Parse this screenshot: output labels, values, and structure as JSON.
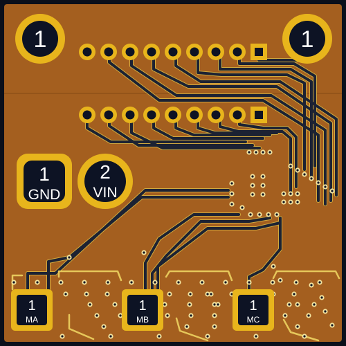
{
  "board": {
    "colors": {
      "background": "#0b0f1a",
      "substrate": "#a45f1f",
      "copper_trace": "#1c2233",
      "trace_outline": "#c9a23a",
      "pad_gold": "#e8b51c",
      "pad_dark": "#0d1324",
      "silk_white": "#ffffff"
    },
    "mount_hole_left": {
      "number": "1"
    },
    "mount_hole_right": {
      "number": "1"
    },
    "power_pad_gnd": {
      "number": "1",
      "name": "GND"
    },
    "power_pad_vin": {
      "number": "2",
      "name": "VIN"
    },
    "motor_pad_a": {
      "number": "1",
      "name": "MA"
    },
    "motor_pad_b": {
      "number": "1",
      "name": "MB"
    },
    "motor_pad_c": {
      "number": "1",
      "name": "MC"
    },
    "header_rows": [
      {
        "pins": 9,
        "square_pin": "last"
      },
      {
        "pins": 9,
        "square_pin": "last"
      }
    ]
  }
}
